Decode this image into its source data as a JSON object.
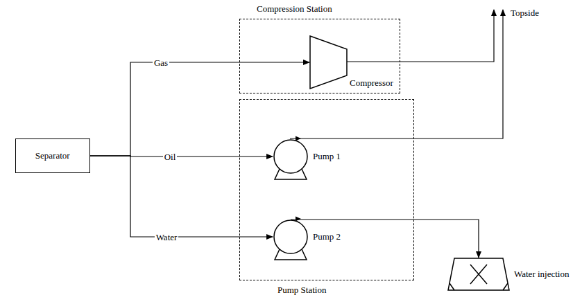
{
  "diagram": {
    "nodes": [
      {
        "text": [
          "Compression Station"
        ]
      },
      {
        "text": [
          "Compressor"
        ],
        "in": 0
      },
      {
        "text": [
          "Separator"
        ]
      },
      {
        "text": [
          "Pump Station"
        ]
      },
      {
        "text": [
          "Pump 1"
        ],
        "in": 3
      },
      {
        "text": [
          "Pump 2"
        ],
        "in": 3
      },
      {
        "text": [
          "Water injection"
        ]
      }
    ],
    "edges": [
      {
        "from": 2,
        "to": 1,
        "label": "Gas",
        "arrow": "to"
      },
      {
        "from": 2,
        "to": 4,
        "label": "Oil",
        "arrow": "to"
      },
      {
        "from": 2,
        "to": 5,
        "label": "Water",
        "arrow": "to"
      },
      {
        "from": 5,
        "to": 6,
        "arrow": "to"
      }
    ],
    "labels": [
      "Topside"
    ]
  }
}
